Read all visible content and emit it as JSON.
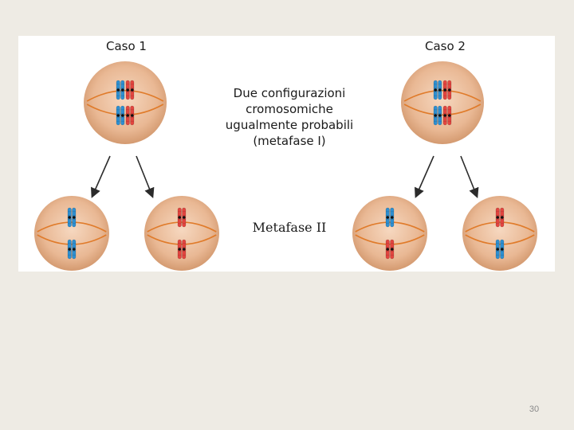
{
  "labels": {
    "case_1": "Caso 1",
    "case_2": "Caso 2",
    "description_lines": [
      "Due configurazioni",
      "cromosomiche",
      "ugualmente probabili",
      "(metafase I)"
    ],
    "metaphase_2": "Metafase II"
  },
  "colors": {
    "chromosome_a": "#2e8fd0",
    "chromosome_b": "#e2453f",
    "cell_fill": "#e8b591",
    "spindle": "#e07b2a",
    "arrow": "#2b2b2b"
  },
  "slide_number": "30"
}
